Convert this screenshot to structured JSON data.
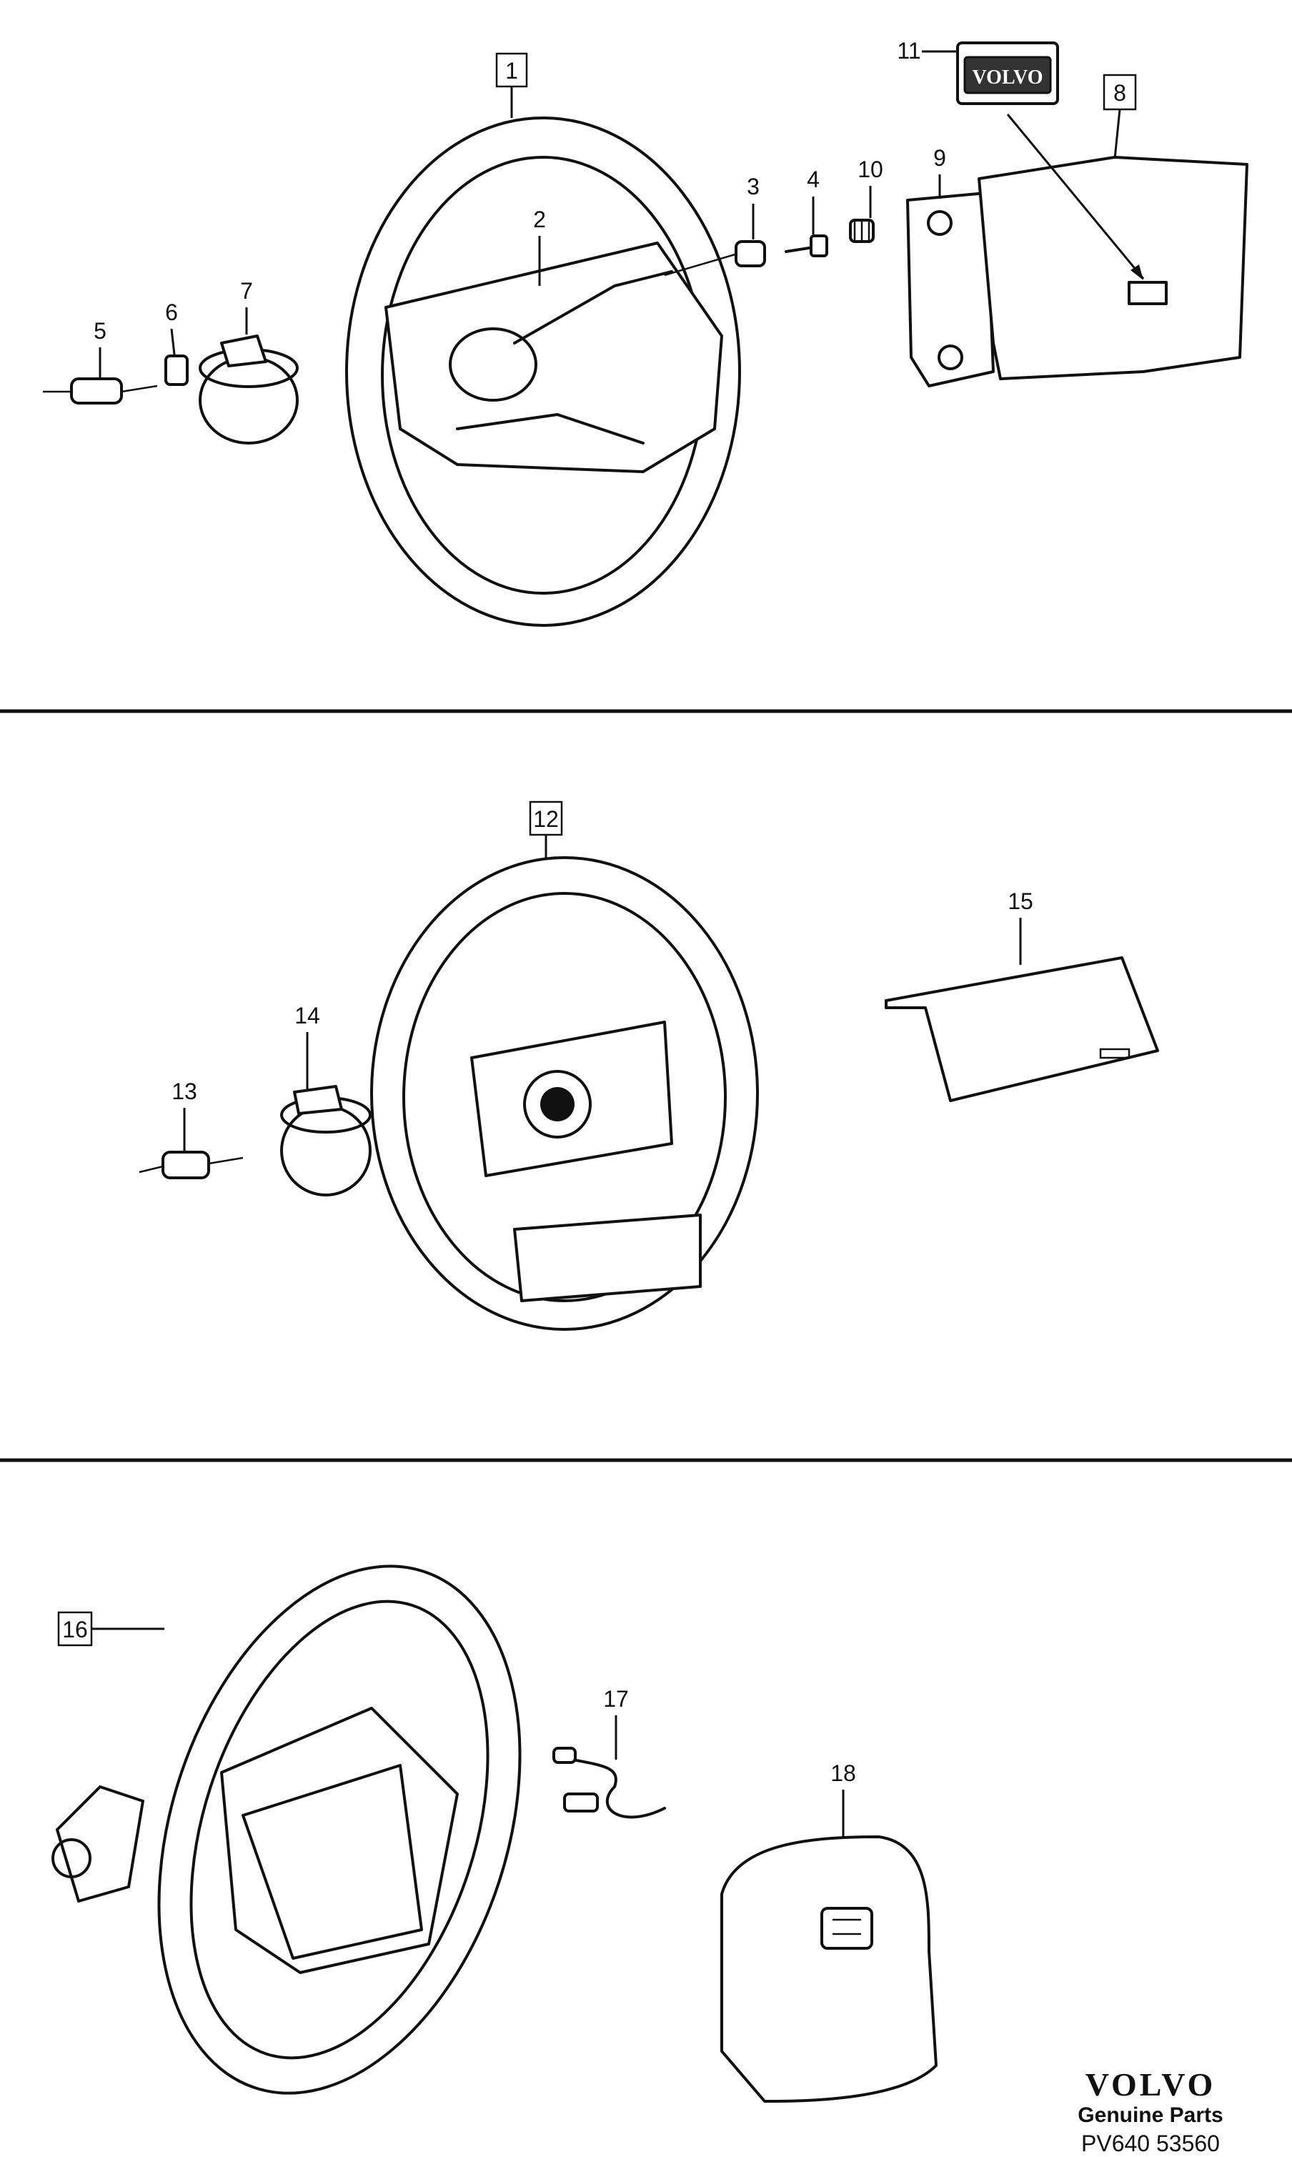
{
  "callouts": {
    "c1": "1",
    "c2": "2",
    "c3": "3",
    "c4": "4",
    "c5": "5",
    "c6": "6",
    "c7": "7",
    "c8": "8",
    "c9": "9",
    "c10": "10",
    "c11": "11",
    "c12": "12",
    "c13": "13",
    "c14": "14",
    "c15": "15",
    "c16": "16",
    "c17": "17",
    "c18": "18"
  },
  "badge_text": "VOLVO",
  "footer": {
    "brand": "VOLVO",
    "subtitle": "Genuine Parts",
    "code": "PV640 53560"
  }
}
